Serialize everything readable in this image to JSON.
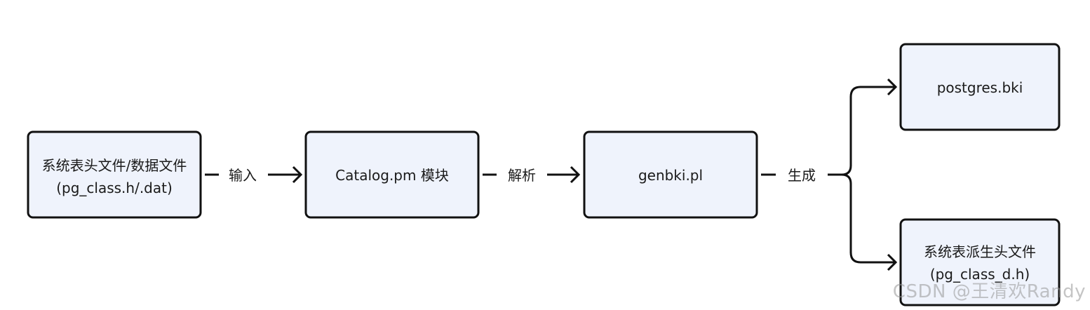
{
  "nodes": {
    "header_files": {
      "line1": "系统表头文件/数据文件",
      "line2": "(pg_class.h/.dat)"
    },
    "catalog_pm": {
      "label": "Catalog.pm 模块"
    },
    "genbki": {
      "label": "genbki.pl"
    },
    "postgres_bki": {
      "label": "postgres.bki"
    },
    "derived_header": {
      "line1": "系统表派生头文件",
      "line2": "(pg_class_d.h)"
    }
  },
  "edges": {
    "input": {
      "label": "输入"
    },
    "parse": {
      "label": "解析"
    },
    "generate": {
      "label": "生成"
    }
  },
  "colors": {
    "node_fill": "#eff3fc",
    "stroke": "#111111",
    "text": "#1a1a1a"
  },
  "watermark": {
    "text": "CSDN @王清欢Randy"
  }
}
